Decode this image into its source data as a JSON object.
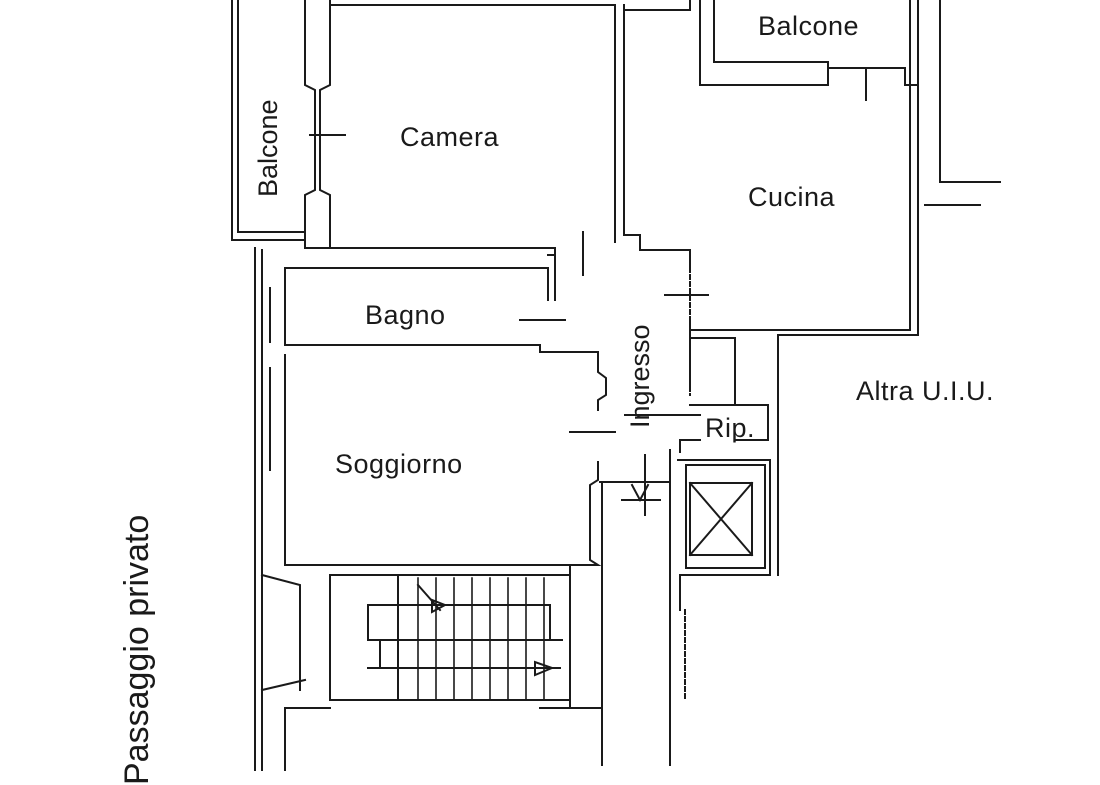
{
  "plan": {
    "line_color": "#1a1a1a",
    "rooms": {
      "balcone_top": "Balcone",
      "balcone_side": "Balcone",
      "camera": "Camera",
      "cucina": "Cucina",
      "bagno": "Bagno",
      "ingresso": "Ingresso",
      "ripostiglio": "Rip.",
      "soggiorno": "Soggiorno",
      "altra_uiu": "Altra U.I.U.",
      "passaggio": "Passaggio privato"
    },
    "icons": [
      "stair-arrow-icon",
      "elevator-shaft-icon",
      "door-swing-icon"
    ]
  }
}
